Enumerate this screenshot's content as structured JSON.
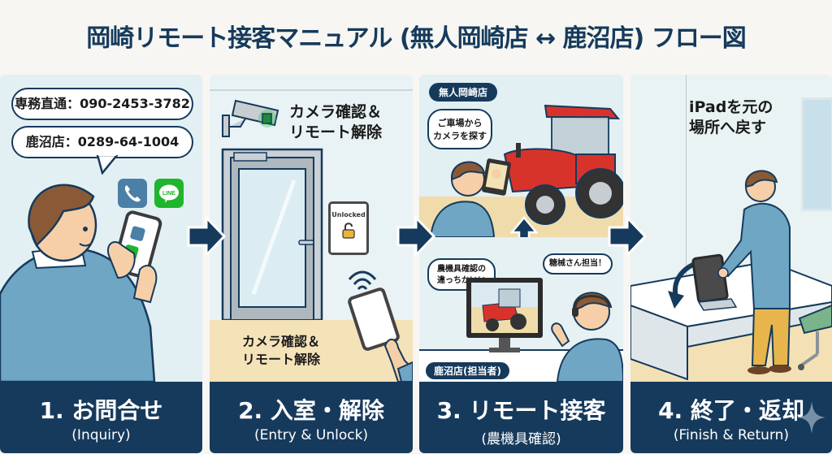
{
  "title": "岡崎リモート接客マニュアル (無人岡崎店 ↔ 鹿沼店) フロー図",
  "steps": [
    {
      "step": "1. お問合せ",
      "sub": "(Inquiry)",
      "bubbles": [
        "専務直通：090-2453-3782",
        "鹿沼店：0289-64-1004"
      ],
      "icons": [
        "phone-icon",
        "line-icon"
      ],
      "line_label": "LINE"
    },
    {
      "step": "2. 入室・解除",
      "sub": "(Entry & Unlock)",
      "heading": "カメラ確認＆\nリモート解除",
      "heading_line1": "カメラ確認＆",
      "heading_line2": "リモート解除",
      "lock_label": "Unlocked",
      "floor_line1": "カメラ確認＆",
      "floor_line2": "リモート解除"
    },
    {
      "step": "3. リモート接客",
      "sub": "(農機具確認)",
      "top_label": "無人岡崎店",
      "customer_bubble_line1": "ご車場から",
      "customer_bubble_line2": "カメラを探す",
      "staff_bubble_left_line1": "農機具確認の",
      "staff_bubble_left_line2": "違っちかいい",
      "staff_bubble_right": "糖械さん担当！",
      "bottom_label": "鹿沼店(担当者)"
    },
    {
      "step": "4. 終了・返却",
      "sub": "(Finish & Return)",
      "heading_line1": "iPadを元の",
      "heading_line2": "場所へ戻す"
    }
  ],
  "colors": {
    "navy": "#163a5c",
    "panel_bg": "#e3f0f3",
    "floor": "#f4e2b8",
    "shirt": "#6fa6c4",
    "tractor_red": "#d8332b",
    "line_green": "#1fb52c",
    "phone_blue": "#4b7fa6",
    "camera_led": "#2fc94b"
  }
}
